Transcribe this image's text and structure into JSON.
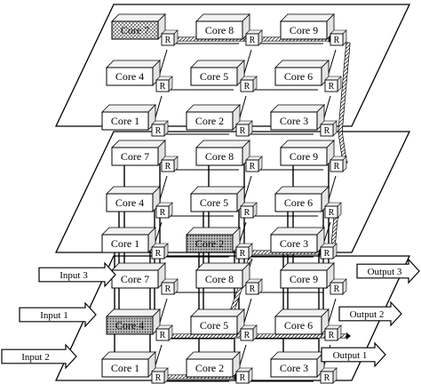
{
  "layers": [
    {
      "name": "top",
      "cores": [
        "Core 7",
        "Core 8",
        "Core 9",
        "Core 4",
        "Core 5",
        "Core 6",
        "Core 1",
        "Core 2",
        "Core 3"
      ],
      "highlighted_core": "Core 7"
    },
    {
      "name": "middle",
      "cores": [
        "Core 7",
        "Core 8",
        "Core 9",
        "Core 4",
        "Core 5",
        "Core 6",
        "Core 1",
        "Core 2",
        "Core 3"
      ],
      "highlighted_core": "Core 2"
    },
    {
      "name": "bottom",
      "cores": [
        "Core 7",
        "Core 8",
        "Core 9",
        "Core 4",
        "Core 5",
        "Core 6",
        "Core 1",
        "Core 2",
        "Core 3"
      ],
      "highlighted_core": "Core 4"
    }
  ],
  "router_label": "R",
  "inputs": [
    "Input 3",
    "Input 1",
    "Input 2"
  ],
  "outputs": [
    "Output 3",
    "Output 2",
    "Output 1"
  ]
}
